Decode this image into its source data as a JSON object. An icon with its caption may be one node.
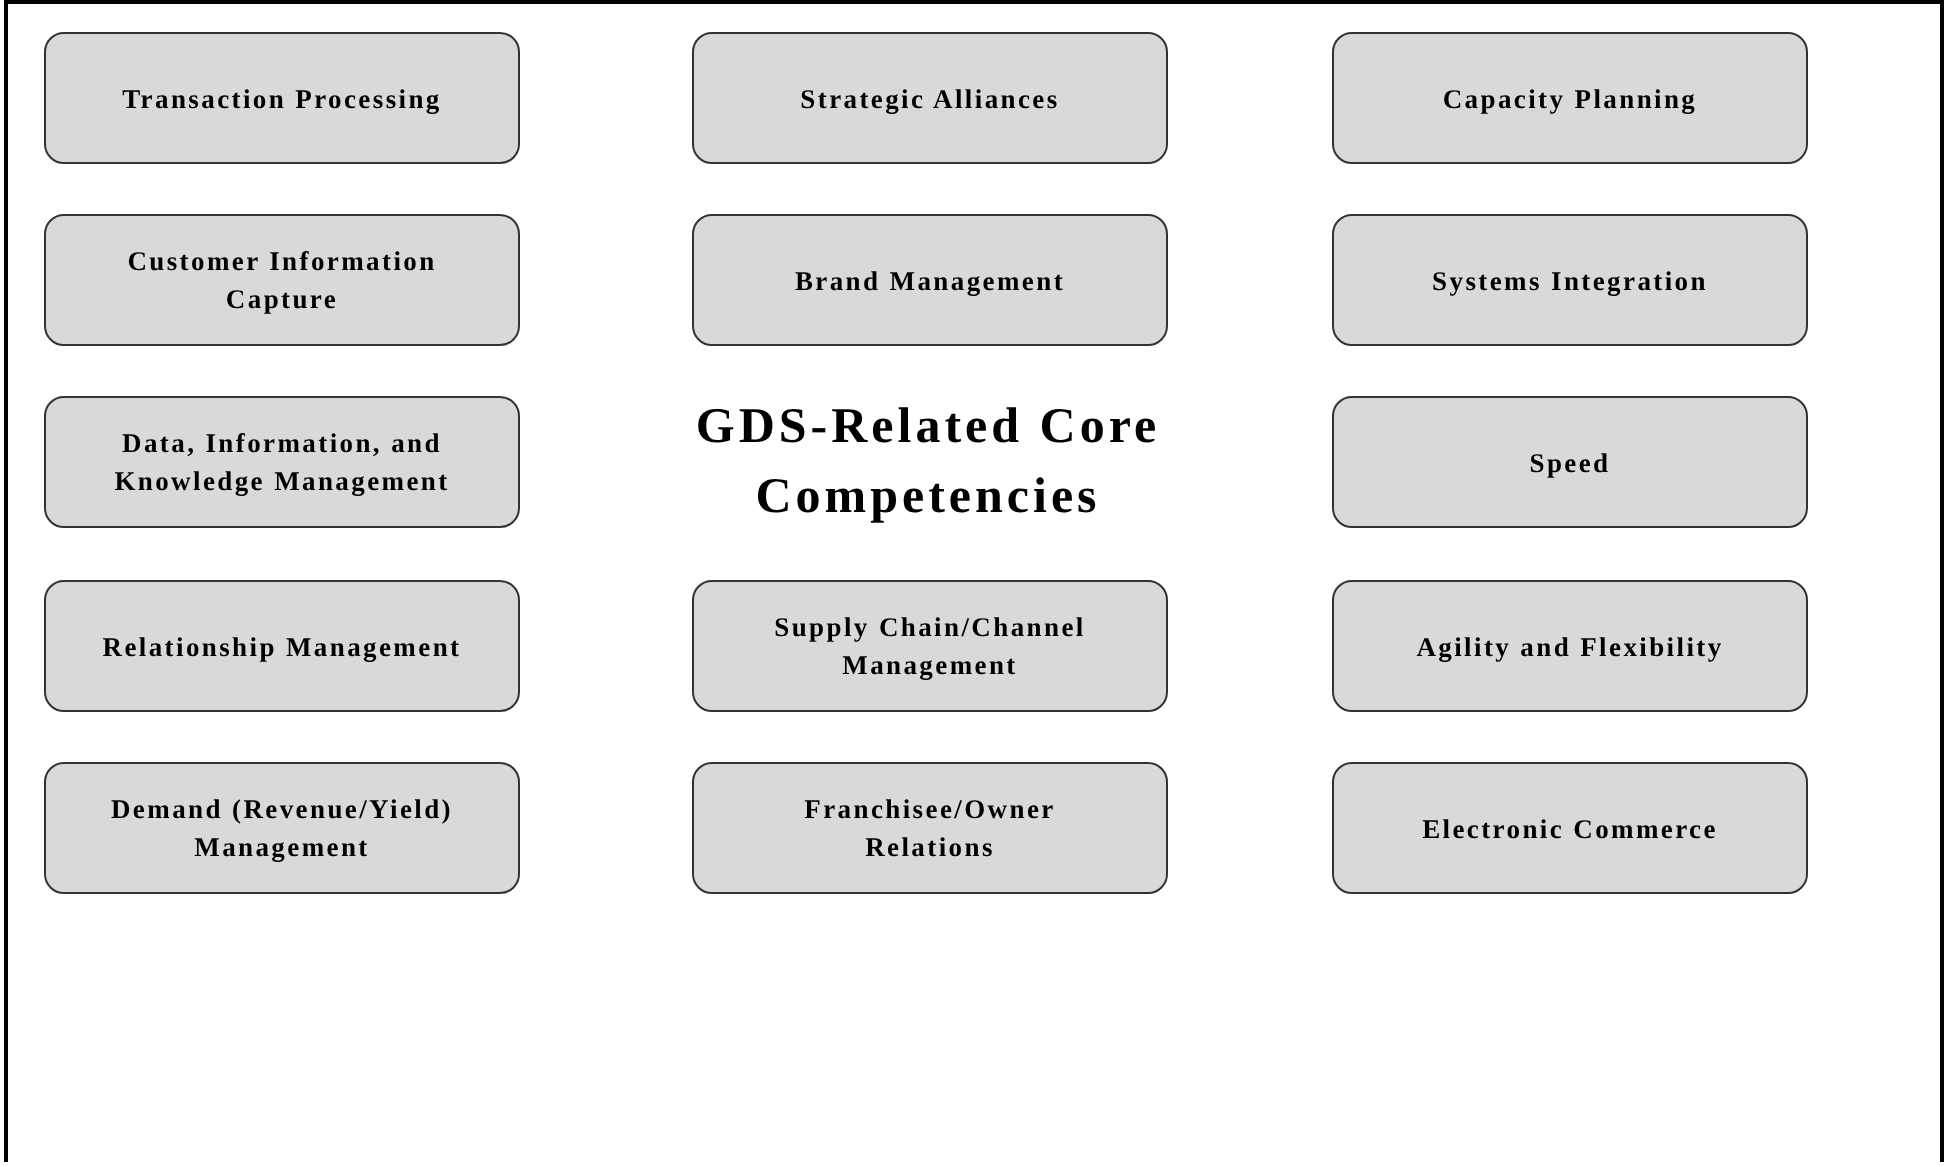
{
  "diagram": {
    "title": "GDS-Related Core Competencies",
    "nodes": [
      {
        "text": [
          "Transaction Processing"
        ]
      },
      {
        "text": [
          "Strategic Alliances"
        ]
      },
      {
        "text": [
          "Capacity Planning"
        ]
      },
      {
        "text": [
          "Customer Information Capture"
        ]
      },
      {
        "text": [
          "Brand Management"
        ]
      },
      {
        "text": [
          "Systems Integration"
        ]
      },
      {
        "text": [
          "Data, Information, and Knowledge Management"
        ]
      },
      {
        "text": [
          "Speed"
        ]
      },
      {
        "text": [
          "Relationship Management"
        ]
      },
      {
        "text": [
          "Supply Chain/Channel Management"
        ]
      },
      {
        "text": [
          "Agility and Flexibility"
        ]
      },
      {
        "text": [
          "Demand (Revenue/Yield) Management"
        ]
      },
      {
        "text": [
          "Franchisee/Owner Relations"
        ]
      },
      {
        "text": [
          "Electronic Commerce"
        ]
      }
    ]
  }
}
